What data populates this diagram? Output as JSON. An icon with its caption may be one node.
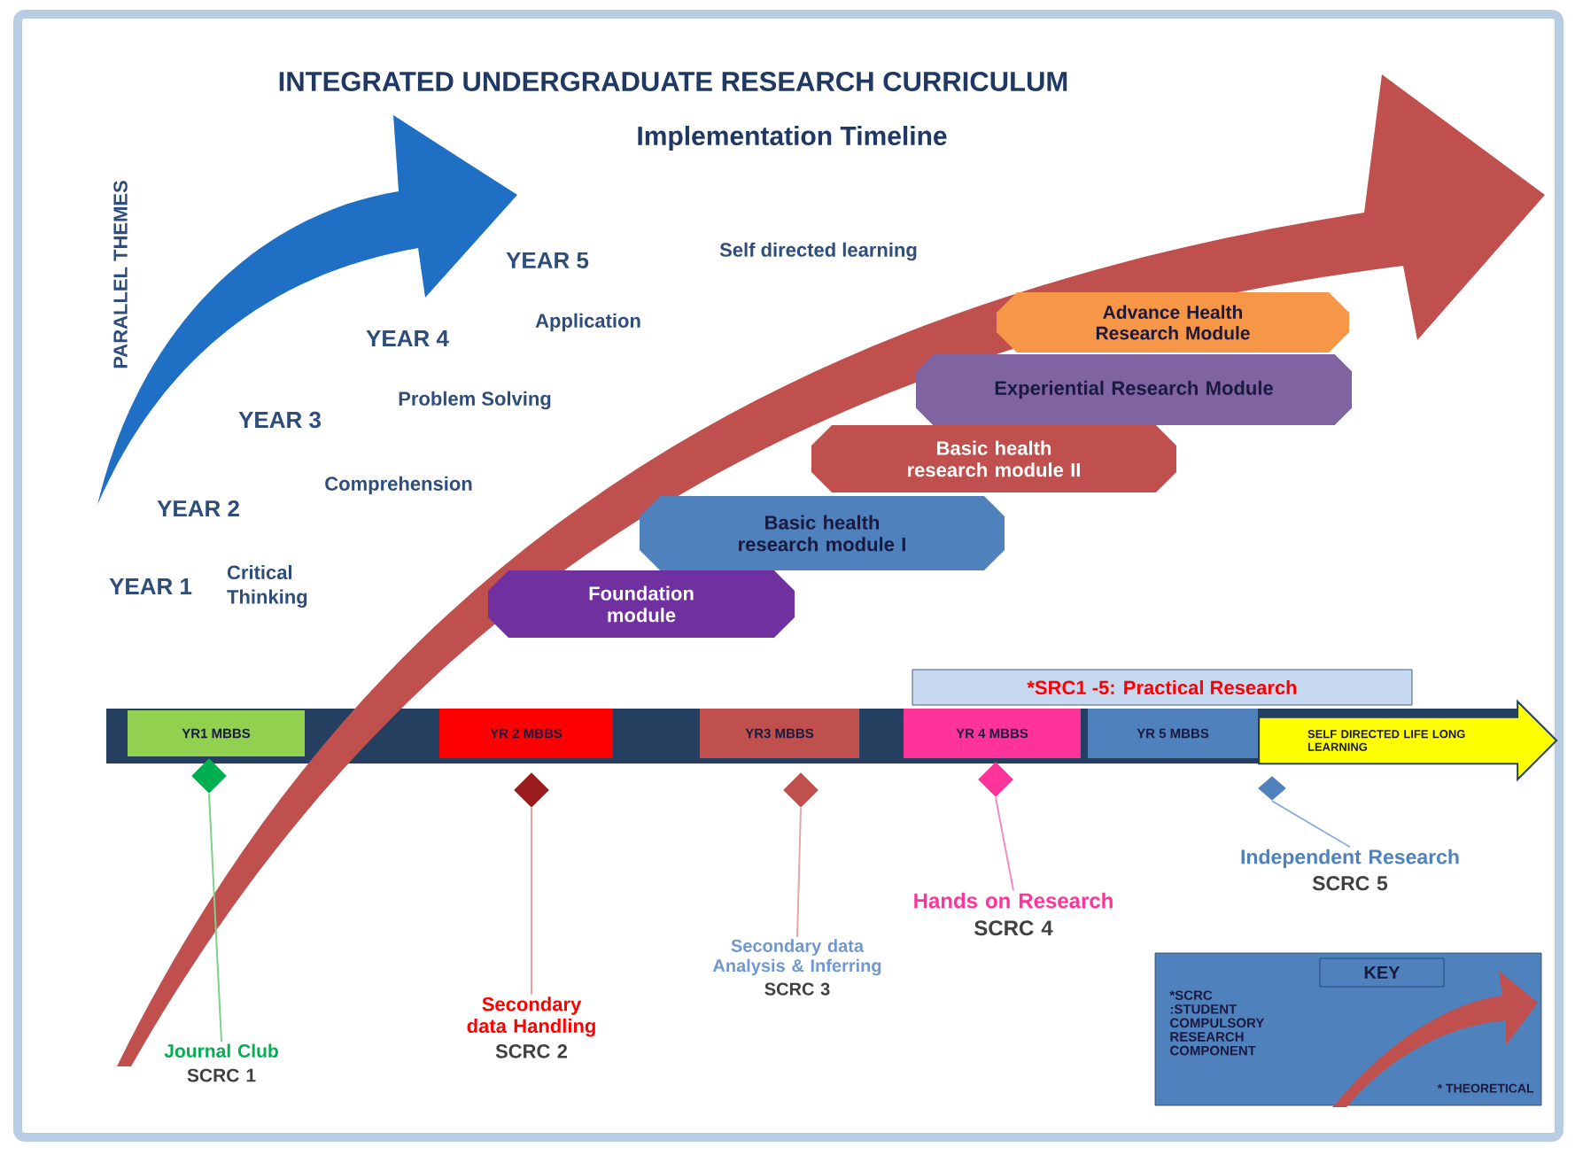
{
  "diagram": {
    "title": "INTEGRATED UNDERGRADUATE RESEARCH CURRICULUM",
    "nodes": [
      {
        "text": [
          "Foundation module"
        ]
      },
      {
        "text": [
          "Basic health research module I"
        ]
      },
      {
        "text": [
          "Basic health research module II"
        ]
      },
      {
        "text": [
          "Experiential Research Module"
        ]
      },
      {
        "text": [
          "Advance Health Research Module"
        ]
      },
      {
        "text": [
          "YR1 MBBS"
        ]
      },
      {
        "text": [
          "YR 2 MBBS"
        ]
      },
      {
        "text": [
          "YR3 MBBS"
        ]
      },
      {
        "text": [
          "YR 4 MBBS"
        ]
      },
      {
        "text": [
          "YR 5 MBBS"
        ]
      },
      {
        "text": [
          "SELF DIRECTED LIFE LONG LEARNING"
        ]
      },
      {
        "text": [
          "*SRC1 -5: Practical Research"
        ]
      },
      {
        "text": [],
        "shape": "diamond"
      },
      {
        "text": [],
        "shape": "diamond"
      },
      {
        "text": [],
        "shape": "diamond"
      },
      {
        "text": [],
        "shape": "diamond"
      },
      {
        "text": [],
        "shape": "diamond"
      },
      {
        "text": [
          "Journal Club",
          "SCRC 1"
        ]
      },
      {
        "text": [
          "Secondary data Handling",
          "SCRC 2"
        ]
      },
      {
        "text": [
          "Secondary data Analysis & Inferring",
          "SCRC 3"
        ]
      },
      {
        "text": [
          "Hands on Research",
          "SCRC 4"
        ]
      },
      {
        "text": [
          "Independent Research",
          "SCRC 5"
        ]
      },
      {
        "text": [
          "KEY",
          "*SCRC :STUDENT COMPULSORY RESEARCH COMPONENT",
          "* THEORETICAL"
        ]
      }
    ],
    "edges": [
      {
        "from": 12,
        "to": 17,
        "arrow": "none",
        "color": "#7fd08a"
      },
      {
        "from": 13,
        "to": 18,
        "arrow": "none",
        "color": "#e8a0a0"
      },
      {
        "from": 14,
        "to": 19,
        "arrow": "none",
        "color": "#e0a8a8"
      },
      {
        "from": 15,
        "to": 20,
        "arrow": "none",
        "color": "#f08cbc"
      },
      {
        "from": 16,
        "to": 21,
        "arrow": "none",
        "color": "#8fb0dc"
      }
    ],
    "labels": [
      "Implementation Timeline",
      "PARALLEL THEMES",
      "YEAR 5",
      "Self directed learning",
      "YEAR 4",
      "Application",
      "YEAR 3",
      "Problem Solving",
      "YEAR 2",
      "Comprehension",
      "YEAR 1",
      "Critical Thinking"
    ]
  }
}
